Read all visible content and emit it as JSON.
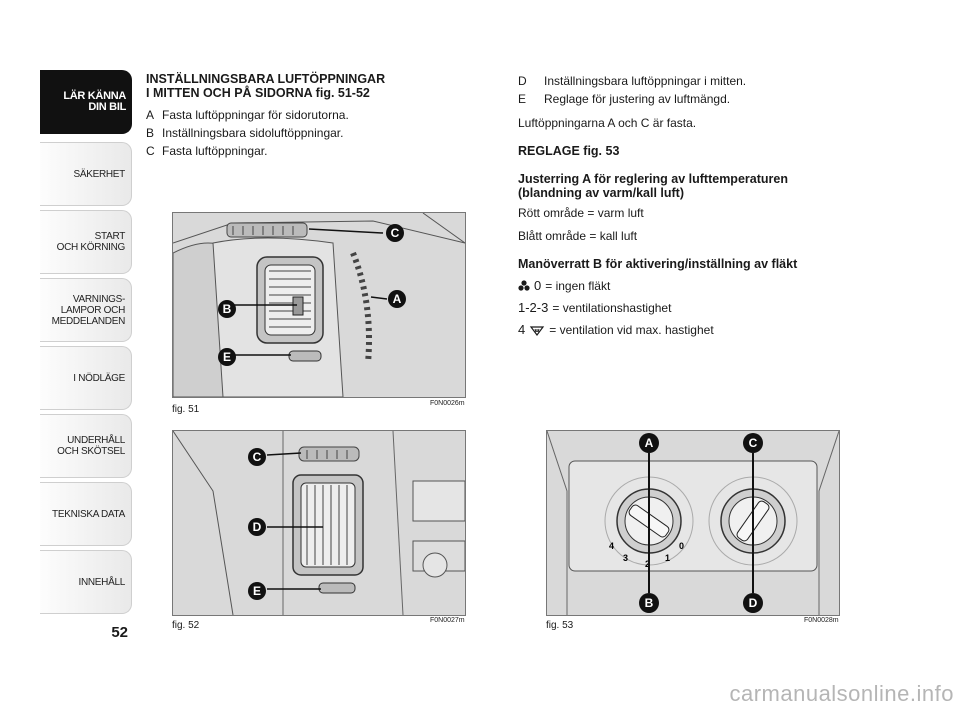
{
  "tabs": [
    {
      "label": "LÄR KÄNNA\nDIN BIL",
      "active": true
    },
    {
      "label": "SÄKERHET"
    },
    {
      "label": "START\nOCH KÖRNING"
    },
    {
      "label": "VARNINGS-\nLAMPOR OCH\nMEDDELANDEN"
    },
    {
      "label": "I NÖDLÄGE"
    },
    {
      "label": "UNDERHÅLL\nOCH SKÖTSEL"
    },
    {
      "label": "TEKNISKA DATA"
    },
    {
      "label": "INNEHÅLL"
    }
  ],
  "page_number": "52",
  "left": {
    "heading1": "INSTÄLLNINGSBARA LUFTÖPPNINGAR",
    "heading2": "I MITTEN OCH PÅ SIDORNA fig. 51-52",
    "items": [
      {
        "k": "A",
        "t": "Fasta luftöppningar för sidorutorna."
      },
      {
        "k": "B",
        "t": "Inställningsbara sidoluftöppningar."
      },
      {
        "k": "C",
        "t": "Fasta luftöppningar."
      }
    ]
  },
  "right": {
    "items": [
      {
        "k": "D",
        "t": "Inställningsbara luftöppningar i mitten."
      },
      {
        "k": "E",
        "t": "Reglage för justering av luftmängd."
      }
    ],
    "fixed_note": "Luftöppningarna A och C är fasta.",
    "reglage": "REGLAGE fig. 53",
    "just_h1": "Justerring A för reglering av lufttemperaturen",
    "just_h2": "(blandning av varm/kall luft)",
    "red": "Rött område = varm luft",
    "blue": "Blått område = kall luft",
    "fan_h": "Manöverratt B för aktivering/inställning av fläkt",
    "fan0_val": "0",
    "fan0_text": "= ingen fläkt",
    "fan123_val": "1-2-3",
    "fan123_text": "= ventilationshastighet",
    "fan4_val": "4",
    "fan4_text": "= ventilation vid max. hastighet"
  },
  "figures": {
    "fig51": {
      "caption": "fig. 51",
      "code": "F0N0026m",
      "labels": [
        "C",
        "A",
        "B",
        "E"
      ]
    },
    "fig52": {
      "caption": "fig. 52",
      "code": "F0N0027m",
      "labels": [
        "C",
        "D",
        "E"
      ]
    },
    "fig53": {
      "caption": "fig. 53",
      "code": "F0N0028m",
      "labels": [
        "A",
        "C",
        "B",
        "D"
      ],
      "dial_numbers": [
        "4",
        "3",
        "2",
        "1",
        "0"
      ]
    }
  },
  "watermark": "carmanualsonline.info",
  "icons": {
    "fan": "fan-icon",
    "max_vent": "max-ventilation-icon"
  }
}
